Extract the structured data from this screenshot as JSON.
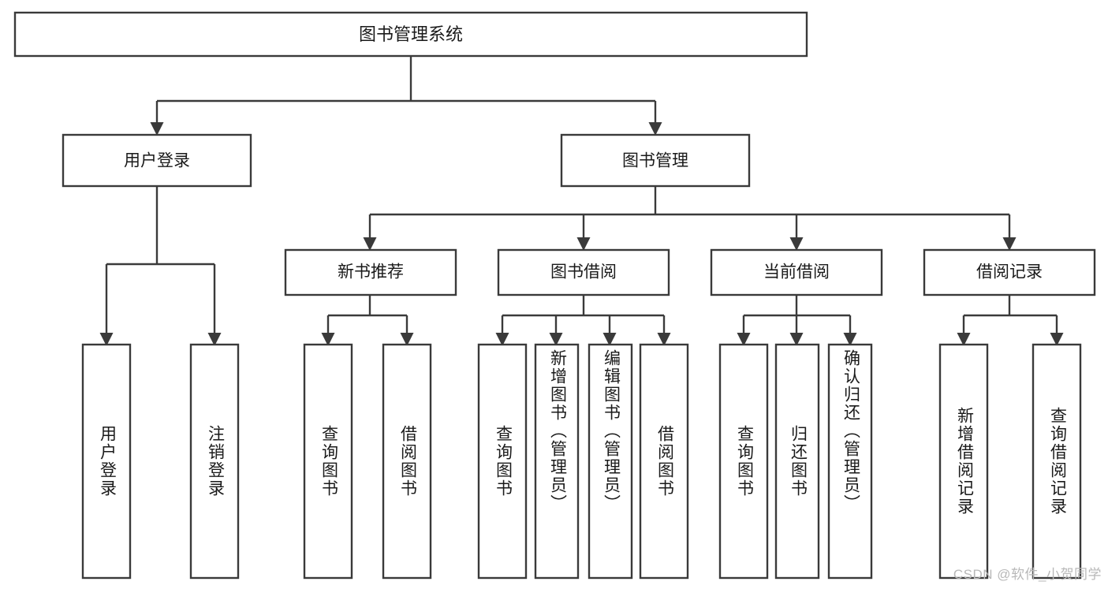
{
  "diagram": {
    "type": "tree",
    "title": "图书管理系统",
    "orientation": "top-down",
    "colors": {
      "stroke": "#3a3a3a",
      "box_fill": "#ffffff",
      "text": "#1a1a1a",
      "background": "#ffffff",
      "watermark": "#b8b8b8"
    },
    "root": {
      "label": "图书管理系统",
      "children": [
        {
          "label": "用户登录",
          "children": [
            {
              "label": "用户登录"
            },
            {
              "label": "注销登录"
            }
          ]
        },
        {
          "label": "图书管理",
          "children": [
            {
              "label": "新书推荐",
              "children": [
                {
                  "label": "查询图书"
                },
                {
                  "label": "借阅图书"
                }
              ]
            },
            {
              "label": "图书借阅",
              "children": [
                {
                  "label": "查询图书"
                },
                {
                  "label": "新增图书（管理员）"
                },
                {
                  "label": "编辑图书（管理员）"
                },
                {
                  "label": "借阅图书"
                }
              ]
            },
            {
              "label": "当前借阅",
              "children": [
                {
                  "label": "查询图书"
                },
                {
                  "label": "归还图书"
                },
                {
                  "label": "确认归还（管理员）"
                }
              ]
            },
            {
              "label": "借阅记录",
              "children": [
                {
                  "label": "新增借阅记录"
                },
                {
                  "label": "查询借阅记录"
                }
              ]
            }
          ]
        }
      ]
    }
  },
  "nodes": {
    "root": "图书管理系统",
    "user_login": "用户登录",
    "book_manage": "图书管理",
    "new_book_rec": "新书推荐",
    "book_borrow": "图书借阅",
    "current_borrow": "当前借阅",
    "borrow_record": "借阅记录",
    "leaf_user_login": "用户登录",
    "leaf_logout": "注销登录",
    "leaf_query_book_1": "查询图书",
    "leaf_borrow_book_1": "借阅图书",
    "leaf_query_book_2": "查询图书",
    "leaf_add_book_admin": "新增图书（管理员）",
    "leaf_edit_book_admin": "编辑图书（管理员）",
    "leaf_borrow_book_2": "借阅图书",
    "leaf_query_book_3": "查询图书",
    "leaf_return_book": "归还图书",
    "leaf_confirm_return_admin": "确认归还（管理员）",
    "leaf_add_record": "新增借阅记录",
    "leaf_query_record": "查询借阅记录"
  },
  "watermark": {
    "text": "CSDN @软件_小贺同学"
  }
}
